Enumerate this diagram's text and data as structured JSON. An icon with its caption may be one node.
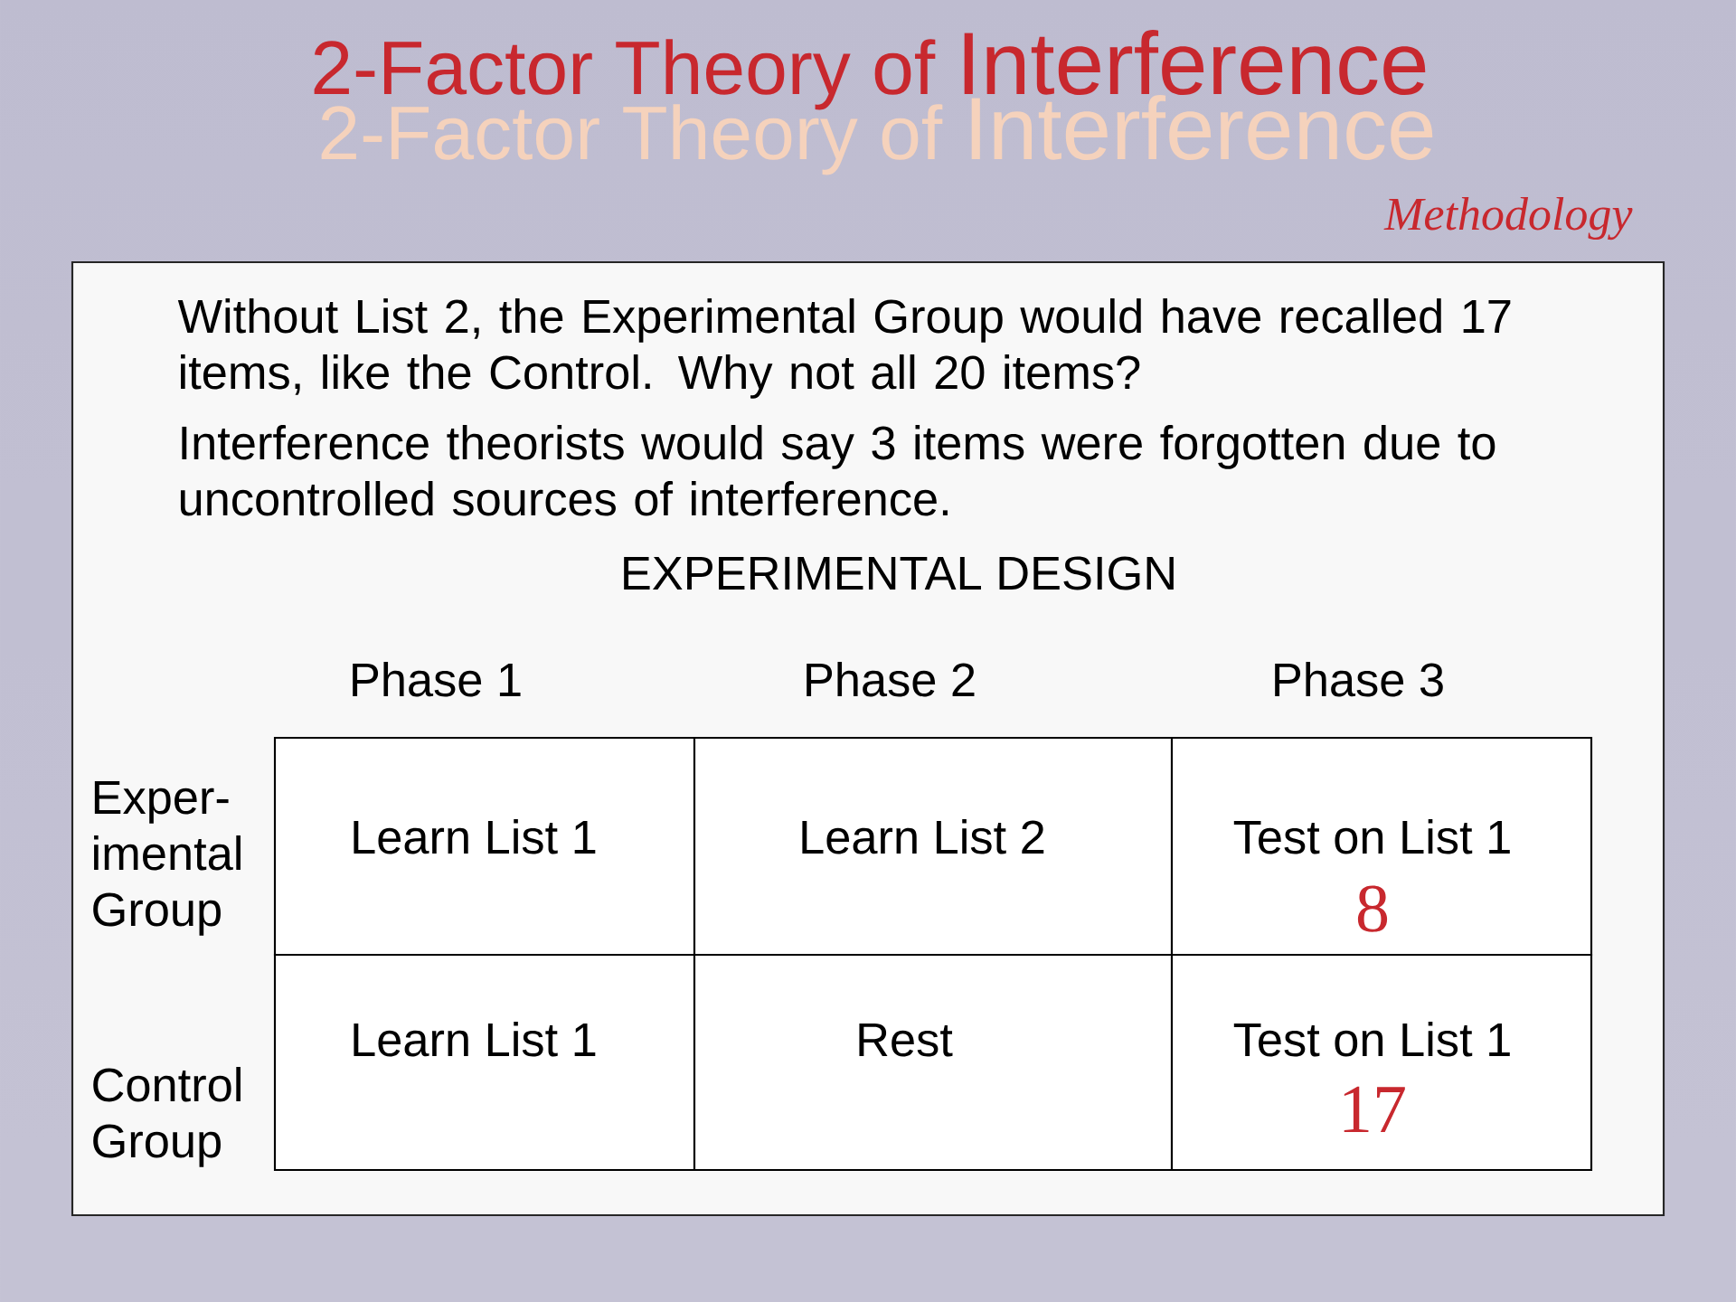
{
  "diagram": {
    "title": "2-Factor Theory of Interference",
    "nodes": [
      {
        "text": [
          "Without List 2, the Experimental Group would have recalled 17 items, like the Control. Why not all 20 items?",
          "Interference theorists would say 3 items were forgotten due to uncontrolled sources of interference.",
          "EXPERIMENTAL DESIGN"
        ]
      },
      {
        "text": [
          "Learn List 1"
        ],
        "in": 0
      },
      {
        "text": [
          "Learn List 2"
        ],
        "in": 0
      },
      {
        "text": [
          "Test on List 1",
          "8"
        ],
        "in": 0
      },
      {
        "text": [
          "Learn List 1"
        ],
        "in": 0
      },
      {
        "text": [
          "Rest"
        ],
        "in": 0
      },
      {
        "text": [
          "Test on List 1",
          "17"
        ],
        "in": 0
      }
    ],
    "labels": [
      "2-Factor Theory of Interference",
      "Methodology",
      "Phase 1",
      "Phase 2",
      "Phase 3",
      "Exper- imental Group",
      "Control Group"
    ]
  }
}
